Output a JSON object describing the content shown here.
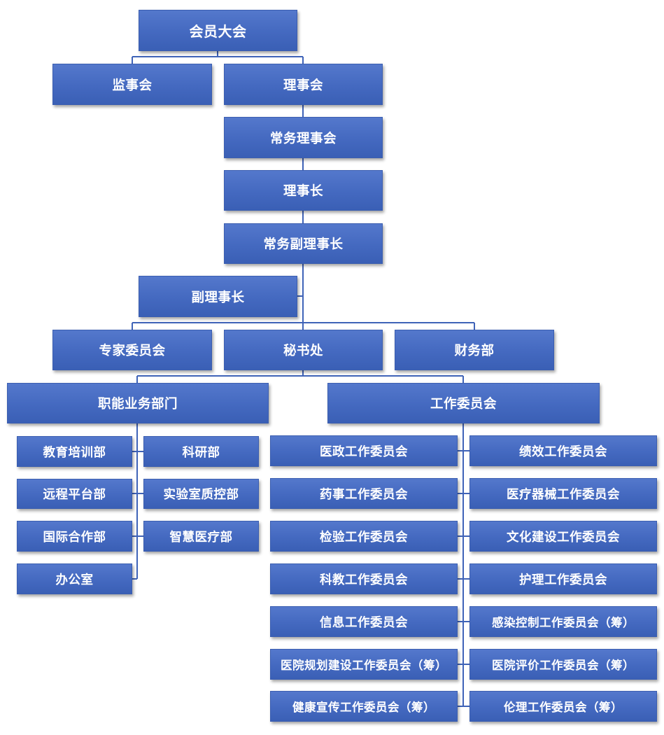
{
  "org_chart": {
    "root": "会员大会",
    "supervisory_board": "监事会",
    "council": "理事会",
    "standing_council": "常务理事会",
    "president": "理事长",
    "executive_vice_president": "常务副理事长",
    "vice_president": "副理事长",
    "expert_committee": "专家委员会",
    "secretariat": "秘书处",
    "finance_department": "财务部",
    "functional_departments": {
      "title": "职能业务部门",
      "items": [
        "教育培训部",
        "科研部",
        "远程平台部",
        "实验室质控部",
        "国际合作部",
        "智慧医疗部",
        "办公室"
      ]
    },
    "working_committees": {
      "title": "工作委员会",
      "left_column": [
        "医政工作委员会",
        "药事工作委员会",
        "检验工作委员会",
        "科教工作委员会",
        "信息工作委员会",
        "医院规划建设工作委员会（筹）",
        "健康宣传工作委员会（筹）"
      ],
      "right_column": [
        "绩效工作委员会",
        "医疗器械工作委员会",
        "文化建设工作委员会",
        "护理工作委员会",
        "感染控制工作委员会（筹）",
        "医院评价工作委员会（筹）",
        "伦理工作委员会（筹）"
      ]
    }
  },
  "colors": {
    "box_fill": "#4a6fc4",
    "box_border": "#3b5eb0",
    "connector": "#3f63b8",
    "text": "#ffffff"
  }
}
